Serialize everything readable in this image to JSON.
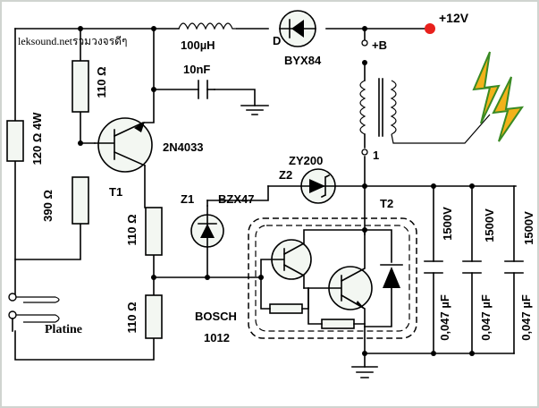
{
  "watermark": "leksound.netรวมวงจรดีๆ",
  "supply": {
    "label": "+12V",
    "color": "#e8201c"
  },
  "labels": {
    "inductor": "100µH",
    "diode_ref": "D",
    "diode_part": "BYX84",
    "plus_b": "+B",
    "coil_tap": "1",
    "cap_small": "10nF",
    "r_top": "110 Ω",
    "r_power": "120 Ω  4W",
    "r_390": "390 Ω",
    "t1_ref": "T1",
    "t1_part": "2N4033",
    "z2_part": "ZY200",
    "z2_ref": "Z2",
    "z1_ref": "Z1",
    "z1_part": "BZX47",
    "t2_ref": "T2",
    "r_mid": "110 Ω",
    "r_bot": "110 Ω",
    "darlington_line1": "BOSCH",
    "darlington_line2": "1012",
    "platine": "Platine",
    "cap_voltage": "1500V",
    "cap_value": "0,047 µF"
  },
  "colors": {
    "spark_fill": "#f2b21a",
    "spark_stroke": "#3a8a24",
    "component_fill": "#f3f7f2"
  }
}
